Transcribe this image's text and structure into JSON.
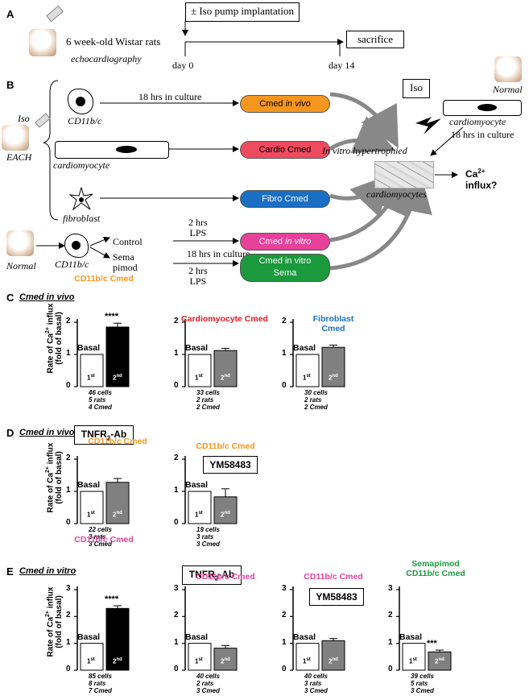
{
  "panelA": {
    "label": "A",
    "pump": "± Iso pump implantation",
    "rats": "6 week-old Wistar rats",
    "echo": "echocardiography",
    "day0": "day 0",
    "day14": "day 14",
    "sacrifice": "sacrifice"
  },
  "panelB": {
    "label": "B",
    "iso_left": "Iso",
    "each": "EACH",
    "cd11bc": "CD11b/c",
    "cardiomyocyte": "cardiomyocyte",
    "fibroblast": "fibroblast",
    "culture18a": "18 hrs in culture",
    "culture18b": "18 hrs in culture",
    "culture18c": "18 hrs in culture",
    "cmed_vivo_prefix": "Cmed ",
    "cmed_vivo_suffix": "in vivo",
    "cardio_cmed": "Cardio Cmed",
    "fibro_cmed": "Fibro Cmed",
    "iso_box": "Iso",
    "normal_right": "Normal",
    "cardiomyocyte_right": "cardiomyocyte",
    "hypertrophied": "In vitro hypertrophied",
    "cardiomyocytes": "cardiomyocytes",
    "ca_influx_1": "Ca",
    "ca_sup": "2+",
    "ca_influx_2": "influx?",
    "normal_left": "Normal",
    "cd11bc_2": "CD11b/c",
    "control": "Control",
    "sema1": "Sema",
    "sema2": "pimod",
    "lps1_a": "2 hrs",
    "lps1_b": "LPS",
    "lps2_a": "2 hrs",
    "lps2_b": "LPS",
    "cmed_vitro_prefix": "Cmed ",
    "cmed_vitro_suffix": "in vitro",
    "cmed_vitro_sema_1": "Cmed in vitro",
    "cmed_vitro_sema_2": "Sema",
    "colors": {
      "orange": "#f5961e",
      "red": "#ef4b5f",
      "blue": "#1a6fc4",
      "magenta": "#e8419a",
      "green": "#1a9a3c"
    }
  },
  "panelC": {
    "label": "C",
    "title": "Cmed in vivo"
  },
  "panelD": {
    "label": "D",
    "title": "Cmed in vivo",
    "box1": "TNFR",
    "box1_sub": "2",
    "box1_suffix": "-Ab",
    "box2": "YM58483"
  },
  "panelE": {
    "label": "E",
    "title": "Cmed in vitro",
    "box1": "TNFR",
    "box1_sub": "2",
    "box1_suffix": "-Ab",
    "box2": "YM58483"
  },
  "y_axis": {
    "line1": "Rate of Ca",
    "sup": "2+",
    "line1b": " influx",
    "line2": "(fold of basal)"
  },
  "chart_data": [
    {
      "type": "bar",
      "panel": "C",
      "categories": [
        "1st",
        "2nd"
      ],
      "values": [
        1.0,
        1.85
      ],
      "errors": [
        0,
        0.12
      ],
      "ylim": [
        0,
        2
      ],
      "yticks": [
        0,
        1,
        2
      ],
      "title": "CD11b/c Cmed",
      "title_color": "#f5961e",
      "significance": "****",
      "fill2": "#000000",
      "n": [
        "46 cells",
        "5 rats",
        "4 Cmed"
      ]
    },
    {
      "type": "bar",
      "panel": "C",
      "categories": [
        "1st",
        "2nd"
      ],
      "values": [
        1.0,
        1.12
      ],
      "errors": [
        0,
        0.07
      ],
      "ylim": [
        0,
        2
      ],
      "yticks": [
        0,
        1,
        2
      ],
      "title": "Cardiomyocyte Cmed",
      "title_color": "#e31c23",
      "significance": "",
      "fill2": "#808080",
      "n": [
        "33 cells",
        "2 rats",
        "2 Cmed"
      ]
    },
    {
      "type": "bar",
      "panel": "C",
      "categories": [
        "1st",
        "2nd"
      ],
      "values": [
        1.0,
        1.22
      ],
      "errors": [
        0,
        0.07
      ],
      "ylim": [
        0,
        2
      ],
      "yticks": [
        0,
        1,
        2
      ],
      "title": "Fibroblast Cmed",
      "title_color": "#1a6fc4",
      "significance": "",
      "fill2": "#808080",
      "n": [
        "30 cells",
        "2 rats",
        "2 Cmed"
      ]
    },
    {
      "type": "bar",
      "panel": "D",
      "categories": [
        "1st",
        "2nd"
      ],
      "values": [
        1.0,
        1.28
      ],
      "errors": [
        0,
        0.12
      ],
      "ylim": [
        0,
        2
      ],
      "yticks": [
        0,
        1,
        2
      ],
      "title": "CD11b/c Cmed",
      "title_color": "#f5961e",
      "significance": "",
      "fill2": "#808080",
      "n": [
        "22 cells",
        "3 rats",
        "3 Cmed"
      ]
    },
    {
      "type": "bar",
      "panel": "D",
      "categories": [
        "1st",
        "2nd"
      ],
      "values": [
        1.0,
        0.83
      ],
      "errors": [
        0,
        0.25
      ],
      "ylim": [
        0,
        2
      ],
      "yticks": [
        0,
        1,
        2
      ],
      "title": "CD11b/c Cmed",
      "title_color": "#f5961e",
      "significance": "",
      "fill2": "#808080",
      "n": [
        "19 cells",
        "3 rats",
        "3 Cmed"
      ]
    },
    {
      "type": "bar",
      "panel": "E",
      "categories": [
        "1st",
        "2nd"
      ],
      "values": [
        1.0,
        2.3
      ],
      "errors": [
        0,
        0.1
      ],
      "ylim": [
        0,
        3
      ],
      "yticks": [
        0,
        1,
        2,
        3
      ],
      "title": "CD11b/c Cmed",
      "title_color": "#e8419a",
      "significance": "****",
      "fill2": "#000000",
      "n": [
        "85 cells",
        "8 rats",
        "7 Cmed"
      ]
    },
    {
      "type": "bar",
      "panel": "E",
      "categories": [
        "1st",
        "2nd"
      ],
      "values": [
        1.0,
        0.82
      ],
      "errors": [
        0,
        0.1
      ],
      "ylim": [
        0,
        3
      ],
      "yticks": [
        0,
        1,
        2,
        3
      ],
      "title": "CD11b/c Cmed",
      "title_color": "#e8419a",
      "significance": "",
      "fill2": "#808080",
      "n": [
        "40 cells",
        "2 rats",
        "3 Cmed"
      ]
    },
    {
      "type": "bar",
      "panel": "E",
      "categories": [
        "1st",
        "2nd"
      ],
      "values": [
        1.0,
        1.1
      ],
      "errors": [
        0,
        0.08
      ],
      "ylim": [
        0,
        3
      ],
      "yticks": [
        0,
        1,
        2,
        3
      ],
      "title": "CD11b/c Cmed",
      "title_color": "#e8419a",
      "significance": "",
      "fill2": "#808080",
      "n": [
        "40 cells",
        "3 rats",
        "3 Cmed"
      ]
    },
    {
      "type": "bar",
      "panel": "E",
      "categories": [
        "1st",
        "2nd"
      ],
      "values": [
        1.0,
        0.68
      ],
      "errors": [
        0,
        0.07
      ],
      "ylim": [
        0,
        3
      ],
      "yticks": [
        0,
        1,
        2,
        3
      ],
      "title": "Semapimod CD11b/c Cmed",
      "title_color": "#1a9a3c",
      "significance": "***",
      "fill2": "#808080",
      "n": [
        "39 cells",
        "5 rats",
        "3 Cmed"
      ]
    }
  ],
  "basal_label": "Basal"
}
